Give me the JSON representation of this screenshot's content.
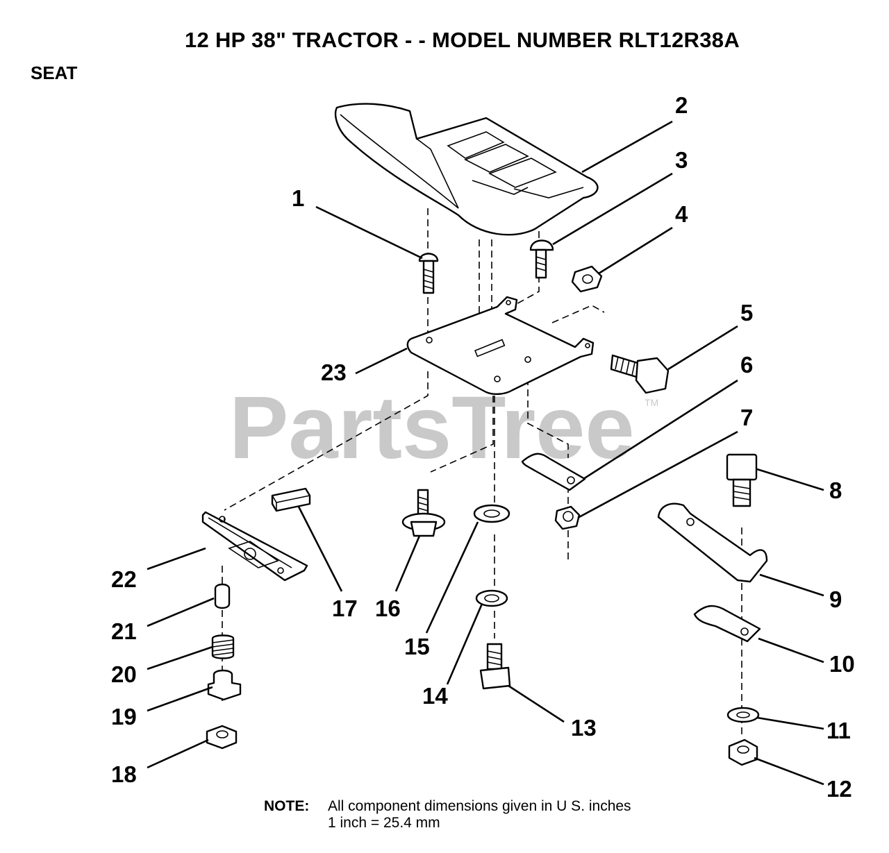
{
  "header": {
    "title": "12 HP 38\" TRACTOR - - MODEL NUMBER RLT12R38A",
    "section": "SEAT"
  },
  "watermark": {
    "text": "PartsTree",
    "tm": "TM"
  },
  "callouts": [
    "1",
    "2",
    "3",
    "4",
    "5",
    "6",
    "7",
    "8",
    "9",
    "10",
    "11",
    "12",
    "13",
    "14",
    "15",
    "16",
    "17",
    "18",
    "19",
    "20",
    "21",
    "22",
    "23"
  ],
  "note": {
    "label": "NOTE:",
    "line1": "All component dimensions given in U S. inches",
    "line2": "1 inch = 25.4 mm"
  }
}
